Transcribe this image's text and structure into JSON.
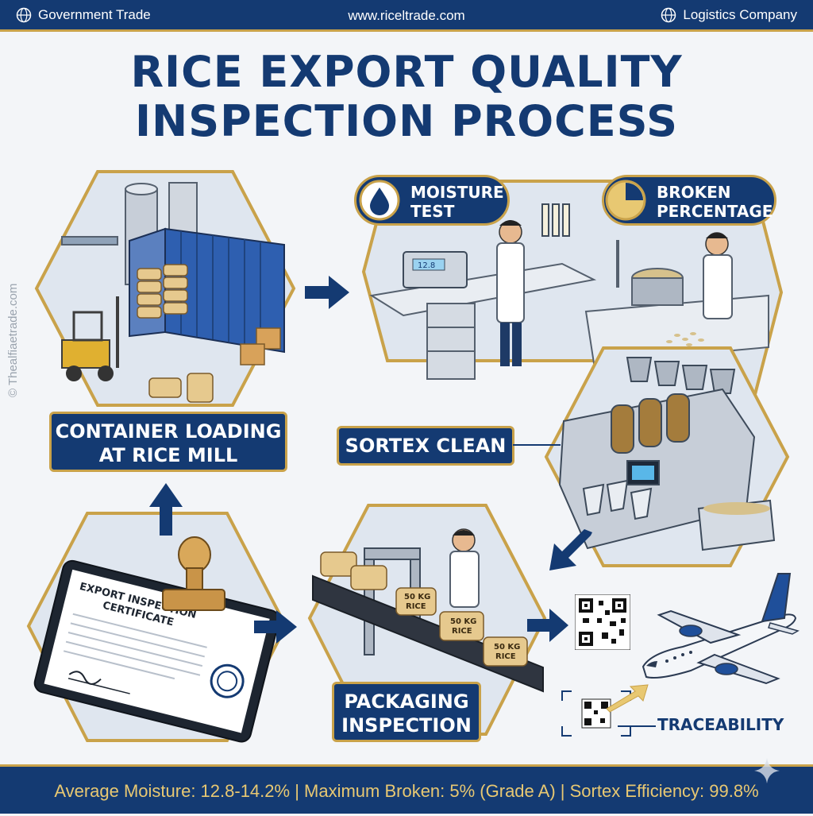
{
  "header": {
    "left_label": "Government Trade",
    "center_url": "www.riceltrade.com",
    "right_label": "Logistics Company"
  },
  "title": {
    "line1": "RICE EXPORT QUALITY",
    "line2": "INSPECTION PROCESS"
  },
  "steps": {
    "container_loading": {
      "line1": "CONTAINER LOADING",
      "line2": "AT RICE MILL"
    },
    "moisture_test": {
      "line1": "MOISTURE",
      "line2": "TEST"
    },
    "broken_percentage": {
      "line1": "BROKEN",
      "line2": "PERCENTAGE",
      "broken_share_pct": 25
    },
    "sortex_clean": {
      "label": "SORTEX CLEAN"
    },
    "packaging_inspection": {
      "line1": "PACKAGING",
      "line2": "INSPECTION"
    },
    "traceability": {
      "label": "TRACEABILITY"
    },
    "certificate": {
      "line1": "EXPORT INSPECTION",
      "line2": "CERTIFICATE"
    }
  },
  "bag_text": [
    "50 KG",
    "RICE"
  ],
  "moisture_meter_reading": "12.8",
  "watermark": "© Thealfiaetrade.com",
  "footer": {
    "text": "Average Moisture: 12.8-14.2% | Maximum Broken: 5% (Grade A) | Sortex Efficiency: 99.8%"
  },
  "colors": {
    "navy": "#143a72",
    "gold": "#c9a24a",
    "background": "#f3f5f8"
  }
}
